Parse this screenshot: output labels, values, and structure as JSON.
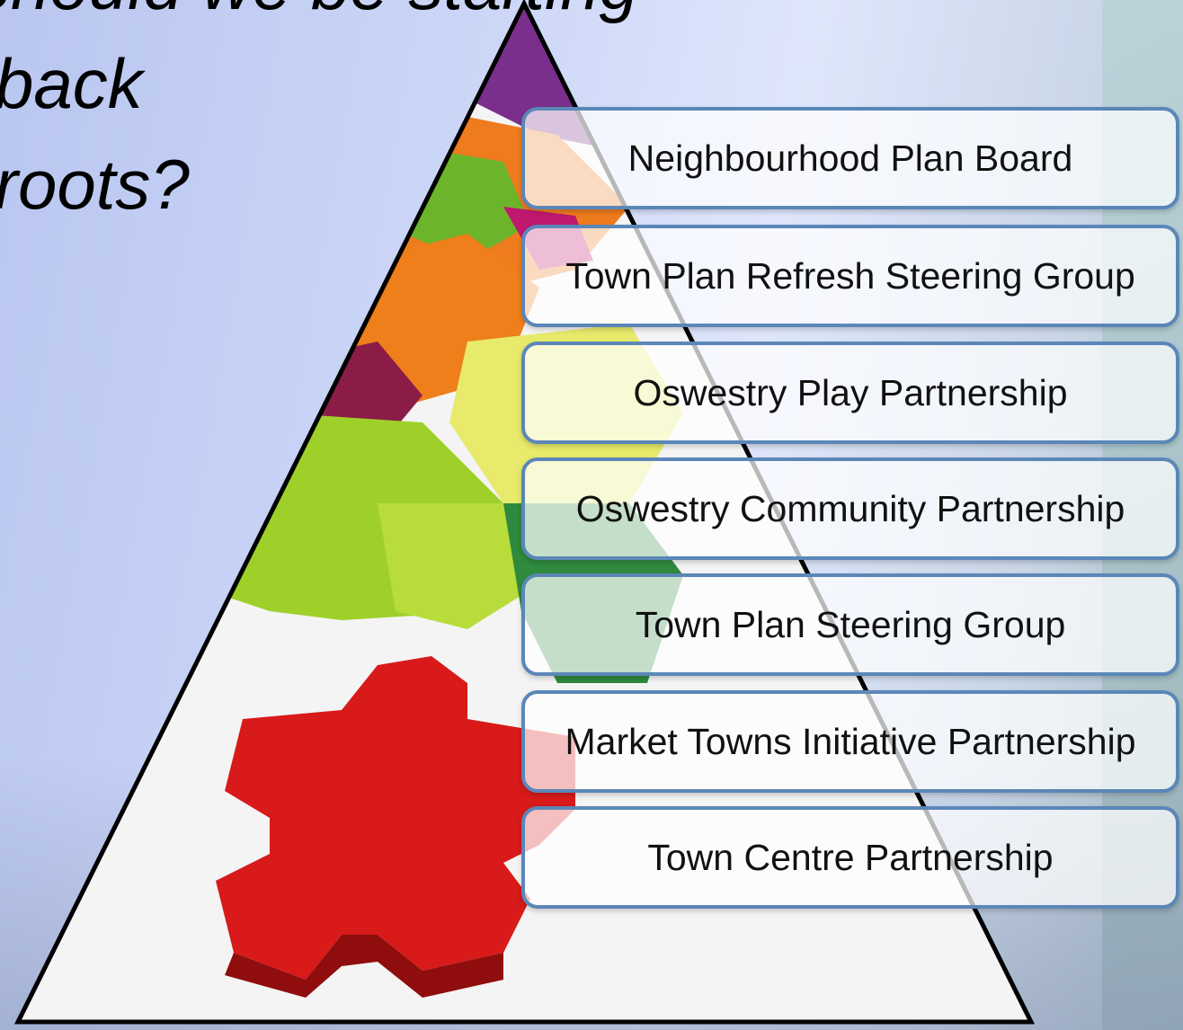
{
  "title": {
    "line1": "Should we be starting",
    "line2": "back",
    "line3": "roots?"
  },
  "boxes": [
    {
      "label": "Neighbourhood Plan Board"
    },
    {
      "label": "Town Plan Refresh Steering Group"
    },
    {
      "label": "Oswestry Play Partnership"
    },
    {
      "label": "Oswestry Community Partnership"
    },
    {
      "label": "Town Plan Steering Group"
    },
    {
      "label": "Market Towns Initiative Partnership"
    },
    {
      "label": "Town Centre Partnership"
    }
  ],
  "colors": {
    "box_border": "#5b87b8",
    "pyramid_outline": "#000000",
    "puzzle_red": "#d81a1a",
    "puzzle_lime": "#9fd02a",
    "puzzle_orange": "#ee7b1d",
    "puzzle_purple": "#7a2f8c",
    "puzzle_maroon": "#8a1c47"
  }
}
